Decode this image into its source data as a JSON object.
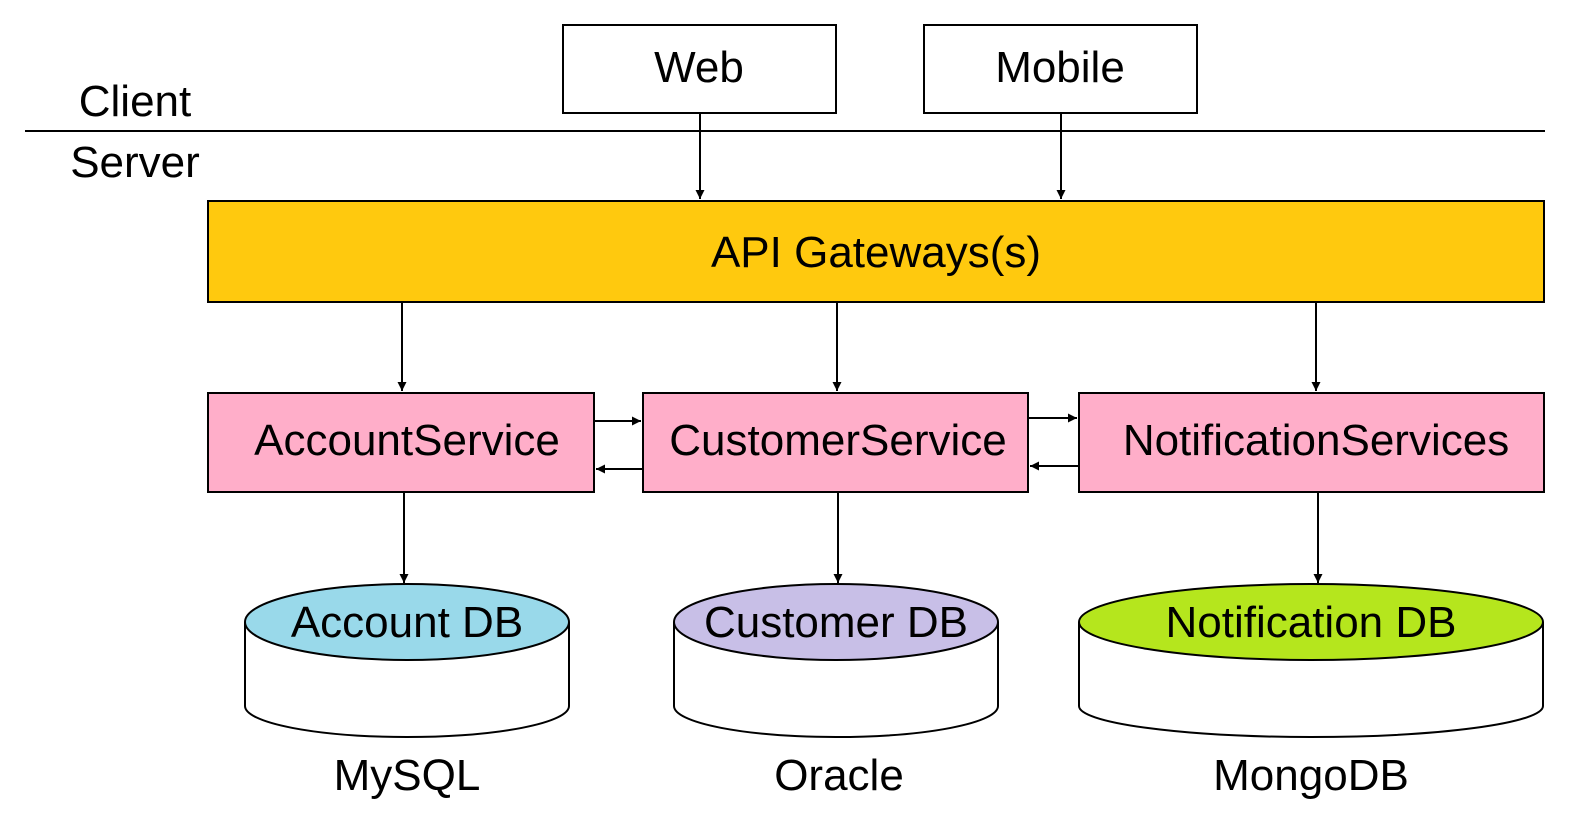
{
  "zones": {
    "client": "Client",
    "server": "Server"
  },
  "clients": {
    "web": "Web",
    "mobile": "Mobile"
  },
  "gateway": {
    "label": "API Gateways(s)",
    "color": "#FFC90E"
  },
  "services": {
    "account": "AccountService",
    "customer": "CustomerService",
    "notification": "NotificationServices",
    "color": "#FFAEC9"
  },
  "databases": {
    "account": {
      "name": "Account DB",
      "engine": "MySQL",
      "color": "#99D9EA"
    },
    "customer": {
      "name": "Customer DB",
      "engine": "Oracle",
      "color": "#C8BFE7"
    },
    "notification": {
      "name": "Notification DB",
      "engine": "MongoDB",
      "color": "#B5E61D"
    }
  },
  "icons": {
    "arrow": "arrowhead-icon"
  }
}
